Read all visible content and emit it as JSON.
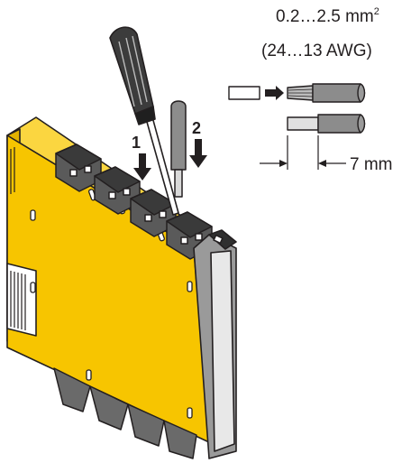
{
  "wire_spec": {
    "range_main": "0.2…2.5 mm",
    "range_sup": "2",
    "awg": "(24…13 AWG)",
    "strip_length": "7 mm"
  },
  "steps": {
    "step1": "1",
    "step2": "2"
  },
  "colors": {
    "housing": "#f7c500",
    "outline": "#231f20",
    "terminal": "#5a5a5a",
    "terminal_dark": "#2f2f2f",
    "insulation": "#8c8c8c",
    "ferrule": "#d9d9d9",
    "front_panel": "#e8e8e8"
  }
}
